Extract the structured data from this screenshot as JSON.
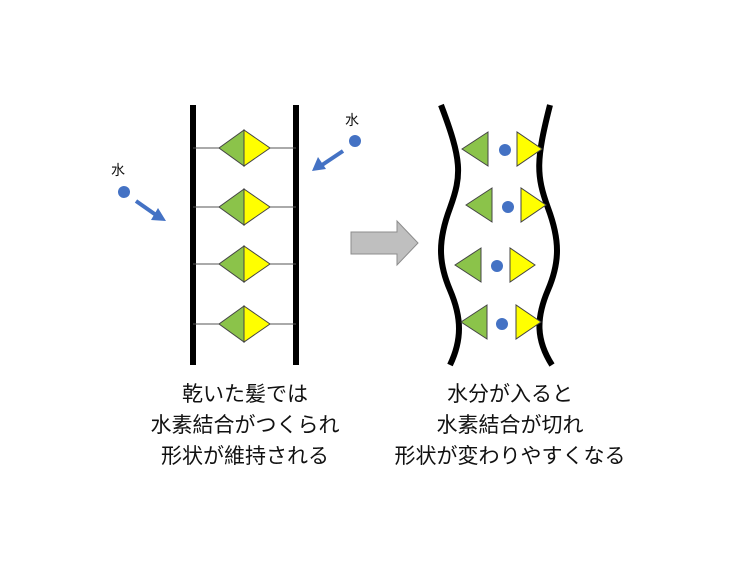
{
  "labels": {
    "water_left": "水",
    "water_right": "水"
  },
  "captions": {
    "left": [
      "乾いた髪では",
      "水素結合がつくられ",
      "形状が維持される"
    ],
    "right": [
      "水分が入ると",
      "水素結合が切れ",
      "形状が変わりやすくなる"
    ]
  },
  "colors": {
    "green": "#8bc34a",
    "yellow": "#ffff00",
    "water": "#4472c4",
    "arrow_gray": "#bfbfbf",
    "line": "#000000"
  }
}
